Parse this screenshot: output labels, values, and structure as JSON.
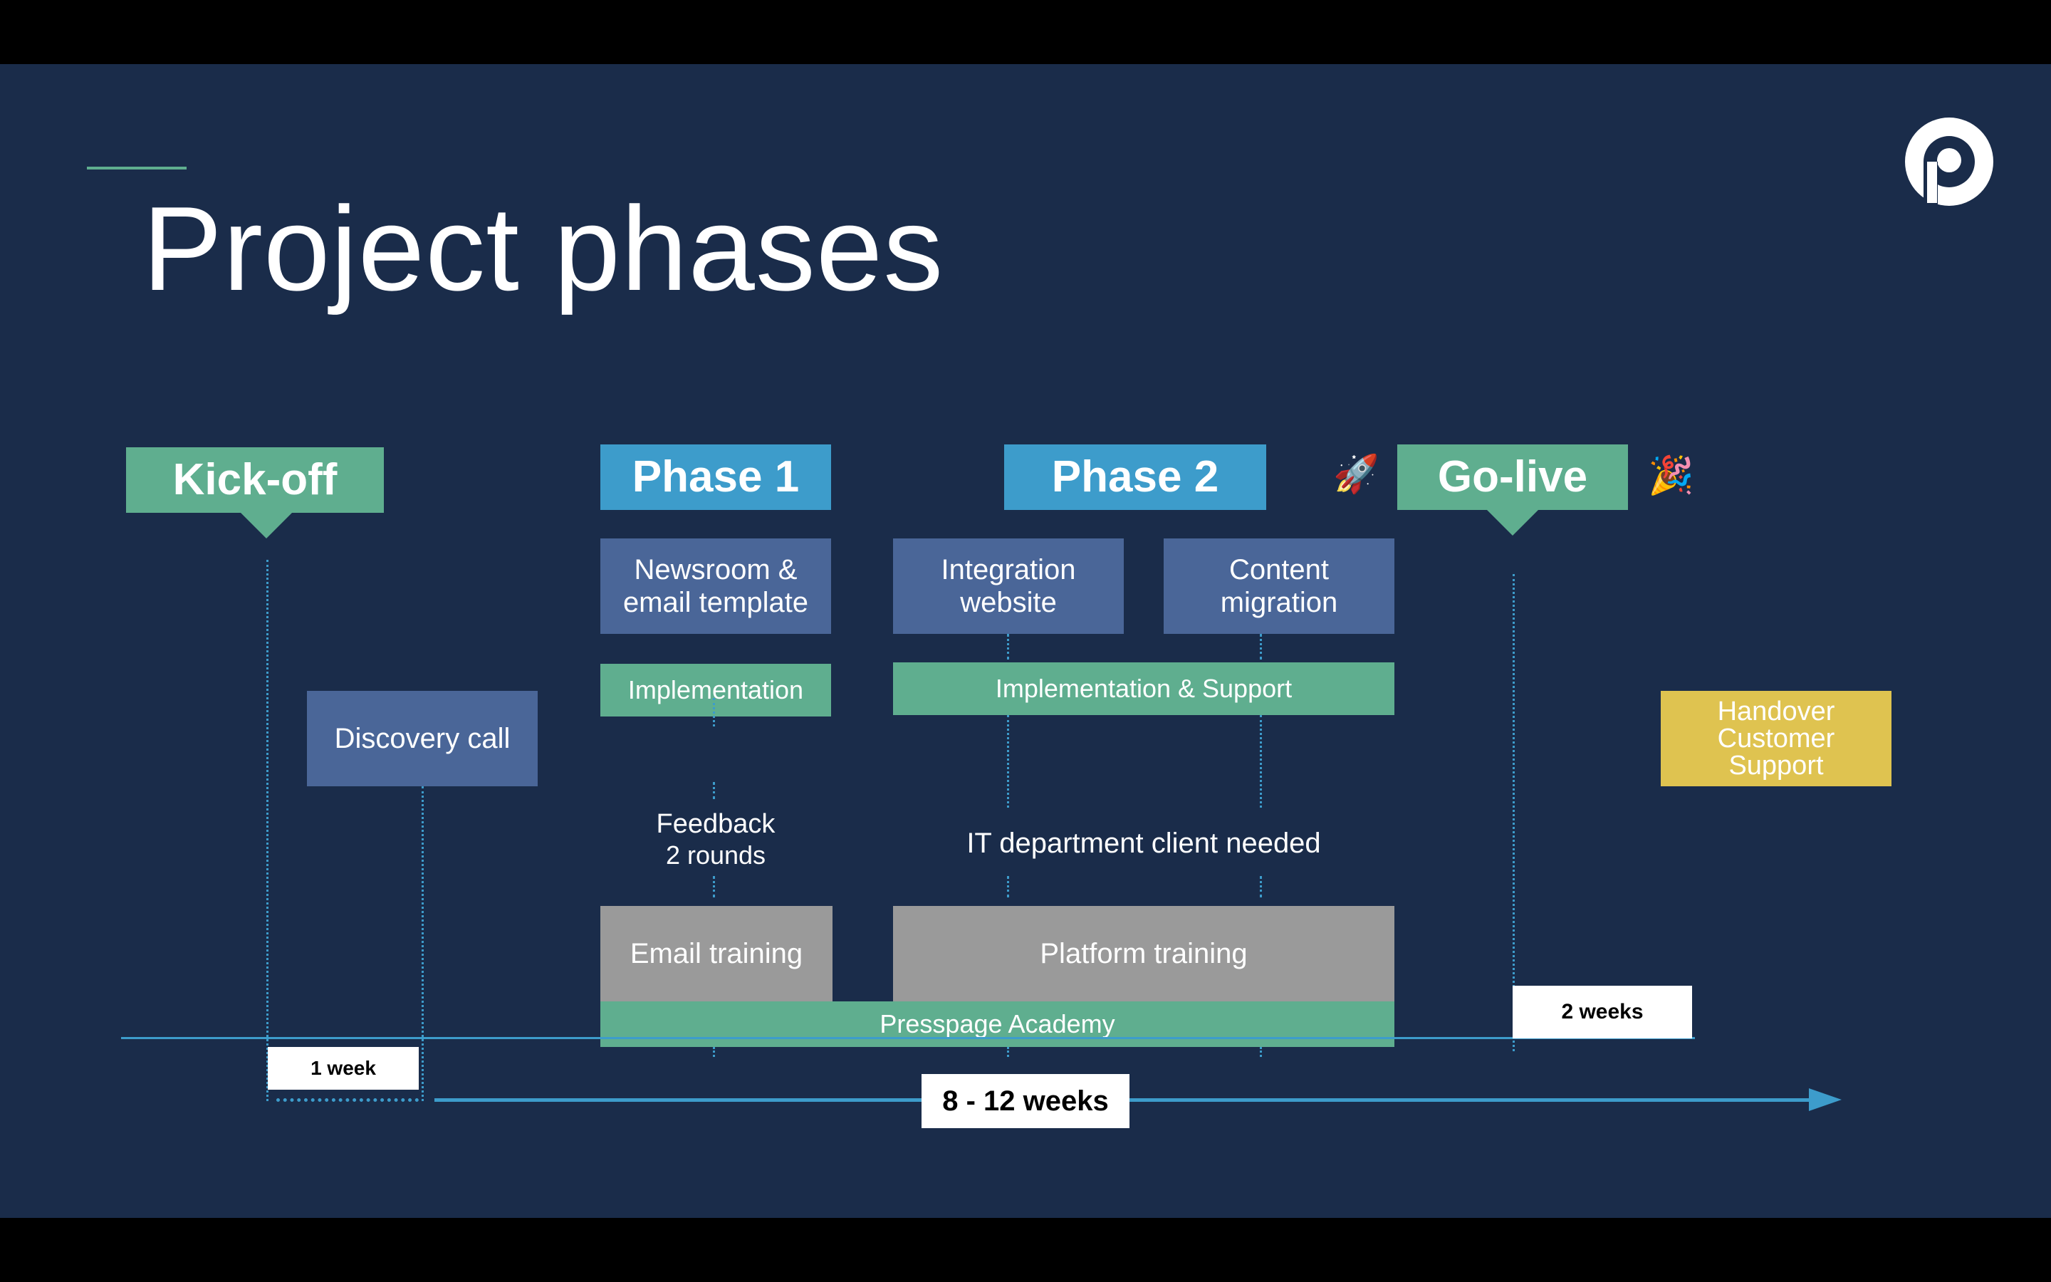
{
  "title": "Project phases",
  "colors": {
    "background": "#1a2c4a",
    "green": "#5fae8f",
    "header_blue": "#3d9ccb",
    "task_blue": "#4a6698",
    "gray": "#9a9a9a",
    "yellow": "#dfc350",
    "line_blue": "#3d9ccb"
  },
  "milestones": {
    "kickoff": "Kick-off",
    "golive": "Go-live"
  },
  "phases": {
    "phase1": "Phase 1",
    "phase2": "Phase 2"
  },
  "tasks": {
    "discovery": "Discovery call",
    "newsroom": "Newsroom &\nemail template",
    "integration": "Integration\nwebsite",
    "content": "Content\nmigration",
    "handover": "Handover\nCustomer\nSupport"
  },
  "strips": {
    "implementation": "Implementation",
    "impl_support": "Implementation & Support",
    "academy": "Presspage Academy"
  },
  "notes": {
    "feedback": "Feedback",
    "feedback_rounds": "2 rounds",
    "it_needed": "IT department client needed"
  },
  "trainings": {
    "email": "Email training",
    "platform": "Platform training"
  },
  "durations": {
    "one_week": "1 week",
    "two_weeks": "2 weeks",
    "total": "8 - 12 weeks"
  },
  "icons": {
    "rocket": "rocket-icon",
    "party": "party-popper-icon",
    "logo": "presspage-logo-icon"
  }
}
